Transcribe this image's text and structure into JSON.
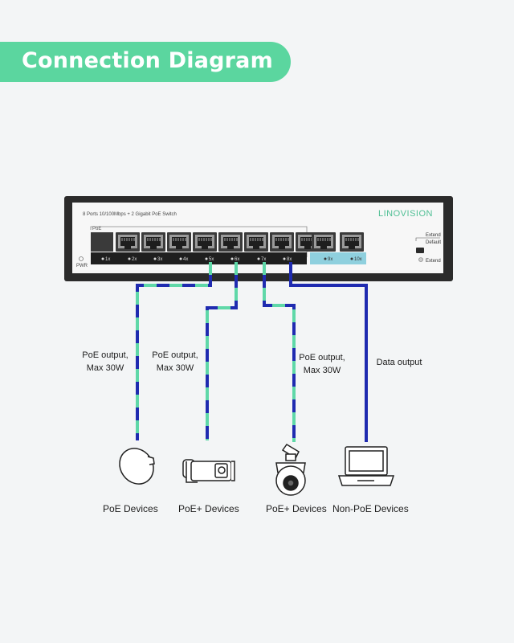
{
  "title": "Connection Diagram",
  "switch": {
    "description": "8 Ports 10/100Mbps + 2 Gigabit PoE Switch",
    "brand": "LINOVISION",
    "poe_label": "PoE",
    "pwr_label": "PWR",
    "port_labels": [
      "1x",
      "2x",
      "3x",
      "4x",
      "5x",
      "6x",
      "7x",
      "8x"
    ],
    "uplink_labels": [
      "9x",
      "10x"
    ],
    "switch_labels": {
      "top": "Extend",
      "bottom": "Default"
    },
    "extend_led_label": "Extend"
  },
  "outputs": [
    {
      "line1": "PoE output,",
      "line2": "Max 30W"
    },
    {
      "line1": "PoE output,",
      "line2": "Max 30W"
    },
    {
      "line1": "PoE output,",
      "line2": "Max 30W"
    },
    {
      "line1": "Data output",
      "line2": ""
    }
  ],
  "devices": [
    {
      "label": "PoE Devices",
      "icon": "ap-disc-icon"
    },
    {
      "label": "PoE+ Devices",
      "icon": "bullet-camera-icon"
    },
    {
      "label": "PoE+ Devices",
      "icon": "ptz-dome-camera-icon"
    },
    {
      "label": "Non-PoE Devices",
      "icon": "laptop-icon"
    }
  ],
  "colors": {
    "accent": "#5bd69f",
    "cable_poe_dark": "#1f2bb0",
    "cable_poe_light": "#5fd8a8",
    "cable_data": "#1f2bb0",
    "switch_body": "#2b2b2b",
    "uplink_strip": "#8fd0de"
  }
}
